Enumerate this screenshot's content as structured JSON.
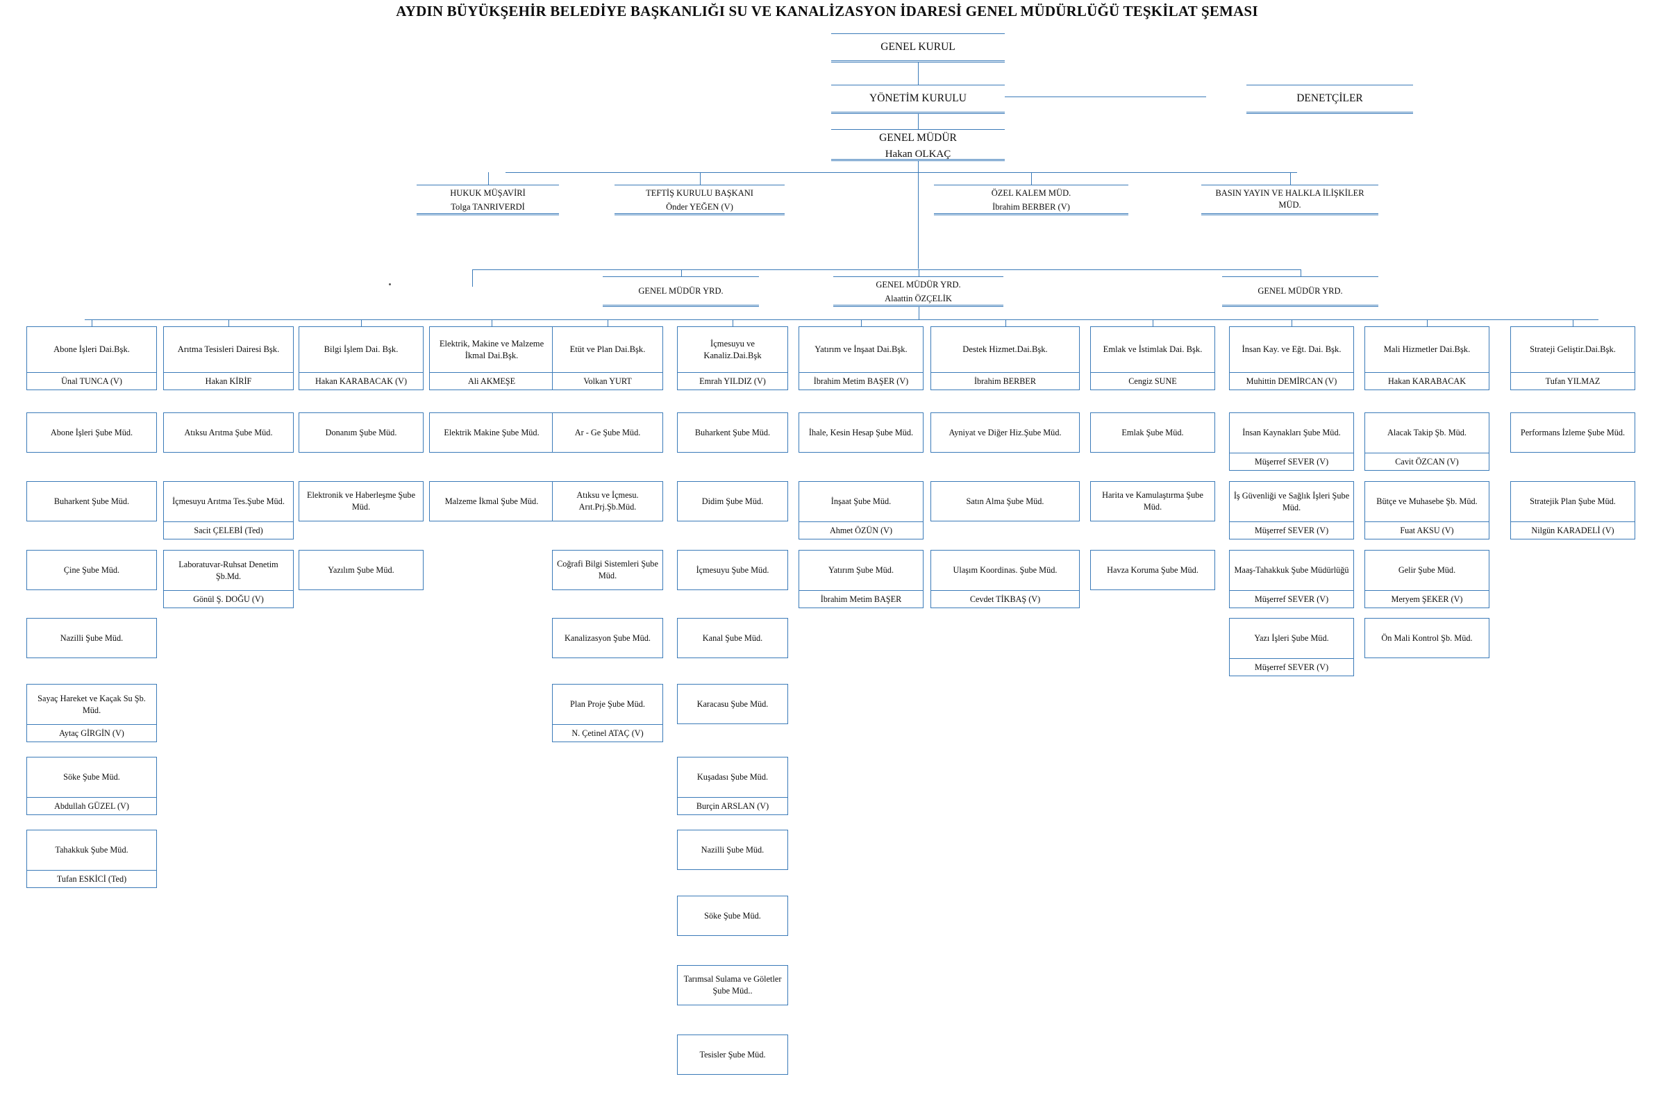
{
  "title": "AYDIN BÜYÜKŞEHİR BELEDİYE BAŞKANLIĞI SU VE KANALİZASYON İDARESİ GENEL MÜDÜRLÜĞÜ TEŞKİLAT ŞEMASI",
  "colors": {
    "line": "#3a7ab8",
    "text": "#0d0d0d",
    "background": "#ffffff"
  },
  "top": {
    "genel_kurul": {
      "title": "GENEL KURUL",
      "person": ""
    },
    "yonetim_kurulu": {
      "title": "YÖNETİM KURULU",
      "person": ""
    },
    "denetciler": {
      "title": "DENETÇİLER",
      "person": ""
    },
    "genel_mudur": {
      "title": "GENEL MÜDÜR",
      "person": "Hakan OLKAÇ"
    }
  },
  "staff": [
    {
      "title": "HUKUK MÜŞAVİRİ",
      "person": "Tolga TANRIVERDİ"
    },
    {
      "title": "TEFTİŞ KURULU BAŞKANI",
      "person": "Önder YEĞEN (V)"
    },
    {
      "title": "ÖZEL KALEM MÜD.",
      "person": "İbrahim BERBER (V)"
    },
    {
      "title": "BASIN YAYIN VE HALKLA İLİŞKİLER MÜD.",
      "person": ""
    }
  ],
  "deputies": [
    {
      "title": "GENEL MÜDÜR YRD.",
      "person": ""
    },
    {
      "title": "GENEL MÜDÜR YRD.",
      "person": "Alaattin ÖZÇELİK"
    },
    {
      "title": "GENEL MÜDÜR YRD.",
      "person": ""
    }
  ],
  "columns": [
    {
      "head": {
        "title": "Abone İşleri Dai.Bşk.",
        "person": "Ünal TUNCA (V)"
      },
      "children": [
        {
          "title": "Abone İşleri Şube Müd.",
          "person": ""
        },
        {
          "title": "Buharkent Şube Müd.",
          "person": ""
        },
        {
          "title": "Çine Şube Müd.",
          "person": ""
        },
        {
          "title": "Nazilli Şube Müd.",
          "person": ""
        },
        {
          "title": "Sayaç Hareket ve Kaçak Su Şb. Müd.",
          "person": "Aytaç GİRGİN (V)"
        },
        {
          "title": "Söke Şube Müd.",
          "person": "Abdullah GÜZEL (V)"
        },
        {
          "title": "Tahakkuk Şube Müd.",
          "person": "Tufan ESKİCİ (Ted)"
        }
      ]
    },
    {
      "head": {
        "title": "Arıtma Tesisleri Dairesi Bşk.",
        "person": "Hakan KİRİF"
      },
      "children": [
        {
          "title": "Atıksu Arıtma Şube Müd.",
          "person": ""
        },
        {
          "title": "İçmesuyu Arıtma Tes.Şube Müd.",
          "person": "Sacit ÇELEBİ (Ted)"
        },
        {
          "title": "Laboratuvar-Ruhsat Denetim Şb.Md.",
          "person": "Gönül Ş. DOĞU (V)"
        }
      ]
    },
    {
      "head": {
        "title": "Bilgi İşlem Dai. Bşk.",
        "person": "Hakan KARABACAK (V)"
      },
      "children": [
        {
          "title": "Donanım Şube Müd.",
          "person": ""
        },
        {
          "title": "Elektronik ve Haberleşme Şube Müd.",
          "person": ""
        },
        {
          "title": "Yazılım Şube Müd.",
          "person": ""
        }
      ]
    },
    {
      "head": {
        "title": "Elektrik, Makine ve Malzeme İkmal Dai.Bşk.",
        "person": "Ali AKMEŞE"
      },
      "children": [
        {
          "title": "Elektrik Makine Şube Müd.",
          "person": ""
        },
        {
          "title": "Malzeme İkmal Şube Müd.",
          "person": ""
        }
      ]
    },
    {
      "head": {
        "title": "Etüt ve  Plan  Dai.Bşk.",
        "person": "Volkan YURT"
      },
      "children": [
        {
          "title": "Ar - Ge Şube Müd.",
          "person": ""
        },
        {
          "title": "Atıksu ve İçmesu. Arıt.Prj.Şb.Müd.",
          "person": ""
        },
        {
          "title": "Coğrafi Bilgi Sistemleri Şube Müd.",
          "person": ""
        },
        {
          "title": "Kanalizasyon Şube Müd.",
          "person": ""
        },
        {
          "title": "Plan Proje Şube Müd.",
          "person": "N. Çetinel ATAÇ (V)"
        }
      ]
    },
    {
      "head": {
        "title": "İçmesuyu ve Kanaliz.Dai.Bşk",
        "person": "Emrah YILDIZ (V)"
      },
      "children": [
        {
          "title": "Buharkent Şube Müd.",
          "person": ""
        },
        {
          "title": "Didim Şube Müd.",
          "person": ""
        },
        {
          "title": "İçmesuyu Şube Müd.",
          "person": ""
        },
        {
          "title": "Kanal Şube Müd.",
          "person": ""
        },
        {
          "title": "Karacasu Şube Müd.",
          "person": ""
        },
        {
          "title": "Kuşadası Şube Müd.",
          "person": "Burçin ARSLAN (V)"
        },
        {
          "title": "Nazilli Şube Müd.",
          "person": ""
        },
        {
          "title": "Söke Şube Müd.",
          "person": ""
        },
        {
          "title": "Tarımsal Sulama ve Göletler Şube Müd..",
          "person": ""
        },
        {
          "title": "Tesisler Şube Müd.",
          "person": ""
        }
      ]
    },
    {
      "head": {
        "title": "Yatırım ve İnşaat Dai.Bşk.",
        "person": "İbrahim Metim BAŞER (V)"
      },
      "children": [
        {
          "title": "İhale, Kesin Hesap Şube Müd.",
          "person": ""
        },
        {
          "title": "İnşaat Şube Müd.",
          "person": "Ahmet ÖZÜN (V)"
        },
        {
          "title": "Yatırım Şube Müd.",
          "person": "İbrahim Metim BAŞER"
        }
      ]
    },
    {
      "head": {
        "title": "Destek Hizmet.Dai.Bşk.",
        "person": "İbrahim BERBER"
      },
      "children": [
        {
          "title": "Ayniyat ve Diğer Hiz.Şube Müd.",
          "person": ""
        },
        {
          "title": "Satın Alma Şube Müd.",
          "person": ""
        },
        {
          "title": "Ulaşım Koordinas. Şube Müd.",
          "person": "Cevdet TİKBAŞ (V)"
        }
      ]
    },
    {
      "head": {
        "title": "Emlak ve İstimlak Dai. Bşk.",
        "person": "Cengiz SUNE"
      },
      "children": [
        {
          "title": "Emlak Şube Müd.",
          "person": ""
        },
        {
          "title": "Harita ve Kamulaştırma Şube Müd.",
          "person": ""
        },
        {
          "title": "Havza Koruma  Şube Müd.",
          "person": ""
        }
      ]
    },
    {
      "head": {
        "title": "İnsan Kay. ve Eğt. Dai. Bşk.",
        "person": "Muhittin DEMİRCAN (V)"
      },
      "children": [
        {
          "title": "İnsan Kaynakları Şube Müd.",
          "person": "Müşerref SEVER (V)"
        },
        {
          "title": "İş Güvenliği ve Sağlık İşleri Şube Müd.",
          "person": "Müşerref SEVER (V)"
        },
        {
          "title": "Maaş-Tahakkuk Şube Müdürlüğü",
          "person": "Müşerref SEVER (V)"
        },
        {
          "title": "Yazı İşleri Şube Müd.",
          "person": "Müşerref SEVER (V)"
        }
      ]
    },
    {
      "head": {
        "title": "Mali Hizmetler Dai.Bşk.",
        "person": "Hakan KARABACAK"
      },
      "children": [
        {
          "title": "Alacak Takip Şb. Müd.",
          "person": "Cavit ÖZCAN (V)"
        },
        {
          "title": "Bütçe ve Muhasebe Şb. Müd.",
          "person": "Fuat AKSU (V)"
        },
        {
          "title": "Gelir Şube Müd.",
          "person": "Meryem ŞEKER (V)"
        },
        {
          "title": "Ön Mali Kontrol Şb. Müd.",
          "person": ""
        }
      ]
    },
    {
      "head": {
        "title": "Strateji Geliştir.Dai.Bşk.",
        "person": "Tufan YILMAZ"
      },
      "children": [
        {
          "title": "Performans İzleme Şube Müd.",
          "person": ""
        },
        {
          "title": "Stratejik Plan Şube Müd.",
          "person": "Nilgün KARADELİ (V)"
        }
      ]
    }
  ]
}
